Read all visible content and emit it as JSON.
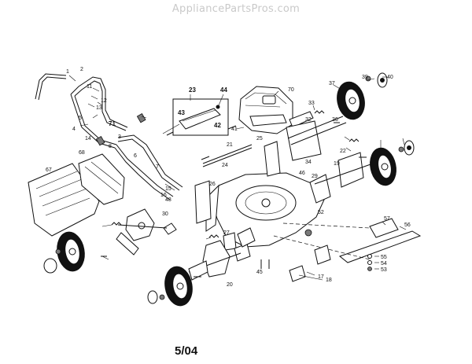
{
  "watermark": "AppliancePartsPros.com",
  "date": "5/04",
  "callouts": [
    "1",
    "2",
    "3",
    "4",
    "5",
    "6",
    "7",
    "8",
    "11",
    "12",
    "13",
    "14",
    "15",
    "16",
    "17",
    "18",
    "19",
    "20",
    "21",
    "22",
    "23",
    "24",
    "25",
    "26",
    "27",
    "29",
    "30",
    "32",
    "33",
    "34",
    "36",
    "37",
    "39",
    "40",
    "41",
    "42",
    "43",
    "44",
    "45",
    "46",
    "48",
    "52",
    "53",
    "54",
    "55",
    "56",
    "57",
    "67",
    "68",
    "70",
    "71"
  ]
}
